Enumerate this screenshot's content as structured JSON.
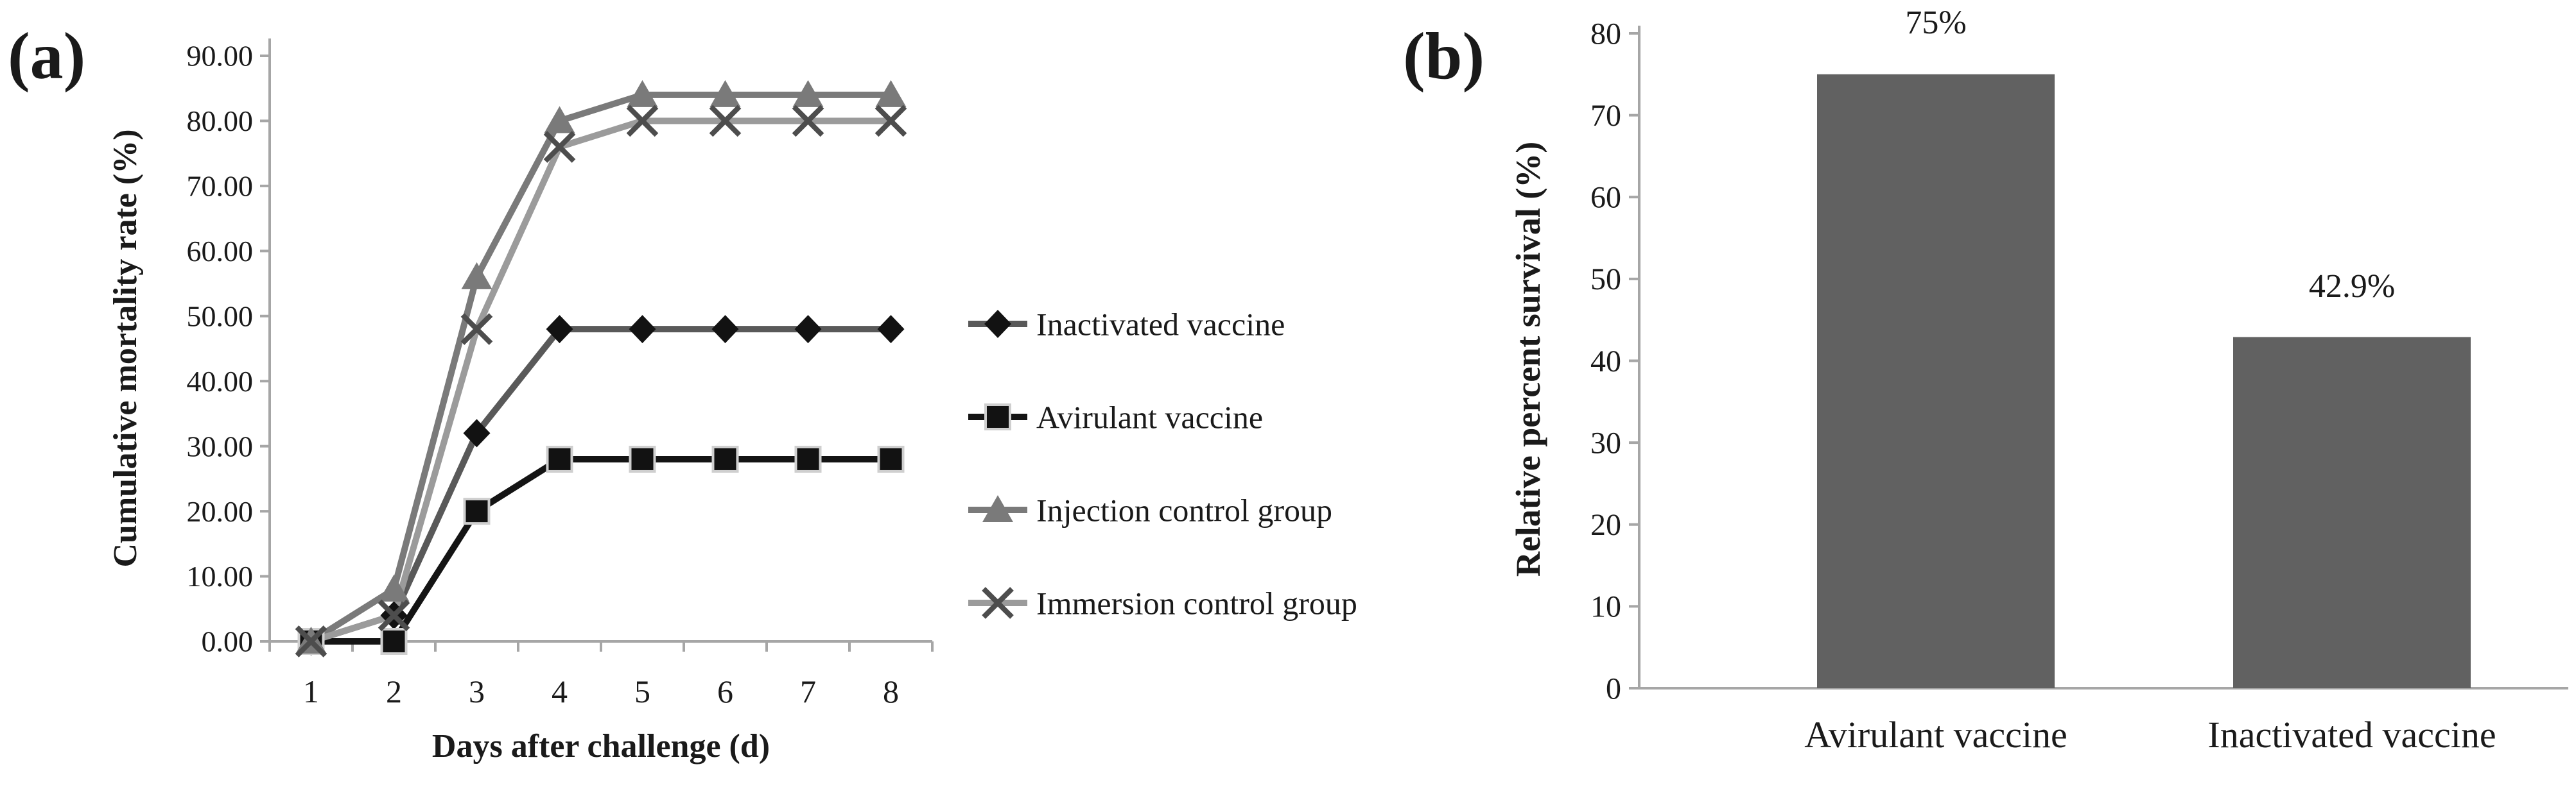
{
  "panels": {
    "a": {
      "label": "(a)"
    },
    "b": {
      "label": "(b)"
    }
  },
  "chart_data": [
    {
      "id": "a",
      "type": "line",
      "x": [
        1,
        2,
        3,
        4,
        5,
        6,
        7,
        8
      ],
      "xlabel": "Days after challenge (d)",
      "ylabel": "Cumulative mortality rate (%)",
      "ylim": [
        0,
        90
      ],
      "ytick_step": 10,
      "ytick_labels": [
        "0.00",
        "10.00",
        "20.00",
        "30.00",
        "40.00",
        "50.00",
        "60.00",
        "70.00",
        "80.00",
        "90.00"
      ],
      "xtick_labels": [
        "1",
        "2",
        "3",
        "4",
        "5",
        "6",
        "7",
        "8"
      ],
      "grid": false,
      "legend_position": "right",
      "series": [
        {
          "name": "Inactivated vaccine",
          "marker": "diamond",
          "line_color": "#595959",
          "marker_color": "#121212",
          "values": [
            0,
            4,
            32,
            48,
            48,
            48,
            48,
            48
          ]
        },
        {
          "name": "Avirulant vaccine",
          "marker": "square",
          "line_color": "#141414",
          "marker_color": "#121212",
          "values": [
            0,
            0,
            20,
            28,
            28,
            28,
            28,
            28
          ]
        },
        {
          "name": "Injection control group",
          "marker": "triangle",
          "line_color": "#7a7a7a",
          "marker_color": "#7a7a7a",
          "values": [
            0,
            8,
            56,
            80,
            84,
            84,
            84,
            84
          ]
        },
        {
          "name": "Immersion control group",
          "marker": "x",
          "line_color": "#9b9b9b",
          "marker_color": "#4d4d4d",
          "values": [
            0,
            4,
            48,
            76,
            80,
            80,
            80,
            80
          ]
        }
      ]
    },
    {
      "id": "b",
      "type": "bar",
      "categories": [
        "Avirulant vaccine",
        "Inactivated vaccine"
      ],
      "values": [
        75,
        42.9
      ],
      "bar_labels": [
        "75%",
        "42.9%"
      ],
      "ylabel": "Relative percent survival (%)",
      "ylim": [
        0,
        80
      ],
      "ytick_step": 10,
      "ytick_labels": [
        "0",
        "10",
        "20",
        "30",
        "40",
        "50",
        "60",
        "70",
        "80"
      ],
      "bar_color": "#616161",
      "grid": false
    }
  ],
  "colors": {
    "axis": "#a6a6a6",
    "text": "#1a1a1a",
    "background": "#ffffff"
  }
}
